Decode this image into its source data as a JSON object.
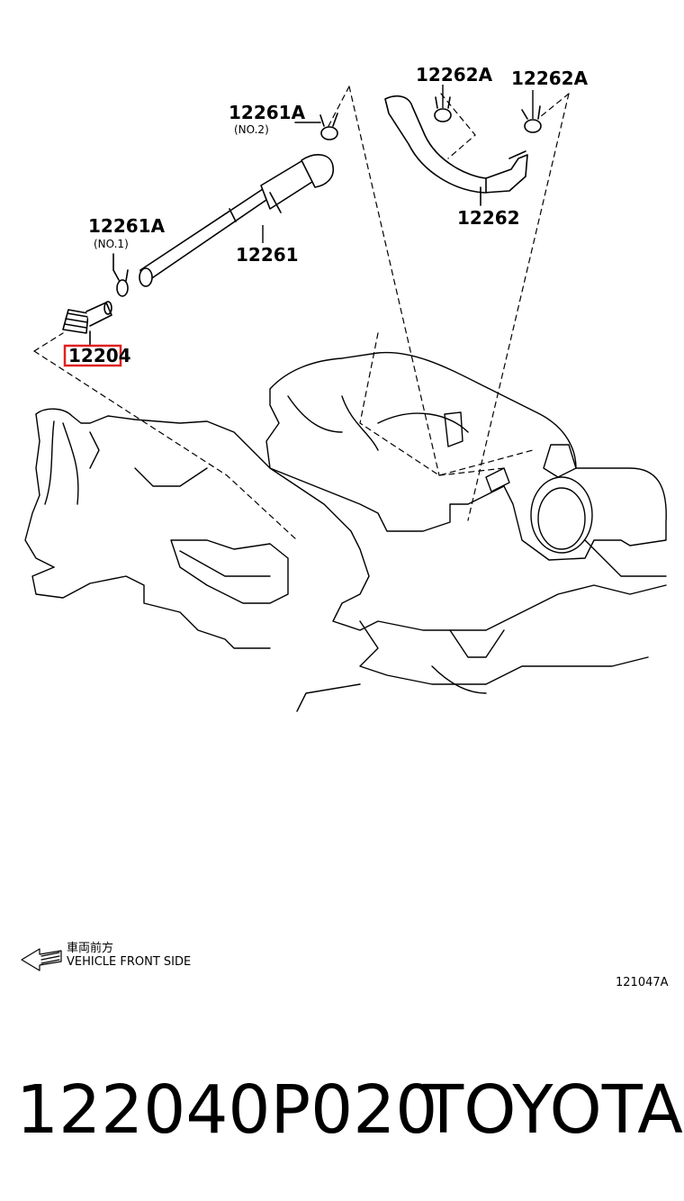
{
  "callouts": {
    "hose_clamp_no2": "12261A",
    "hose_clamp_no2_sub": "(NO.2)",
    "hose_clamp_no1": "12261A",
    "hose_clamp_no1_sub": "(NO.1)",
    "ventilation_hose": "12261",
    "clamp_a": "12262A",
    "clamp_b": "12262A",
    "ventilation_hose_2": "12262",
    "pcv_valve": "12204"
  },
  "highlight_color": "#e02020",
  "direction": {
    "japanese": "車両前方",
    "english": "VEHICLE FRONT SIDE"
  },
  "diagram_code": "121047A",
  "footer": {
    "part_number": "122040P020",
    "brand": "TOYOTA"
  }
}
